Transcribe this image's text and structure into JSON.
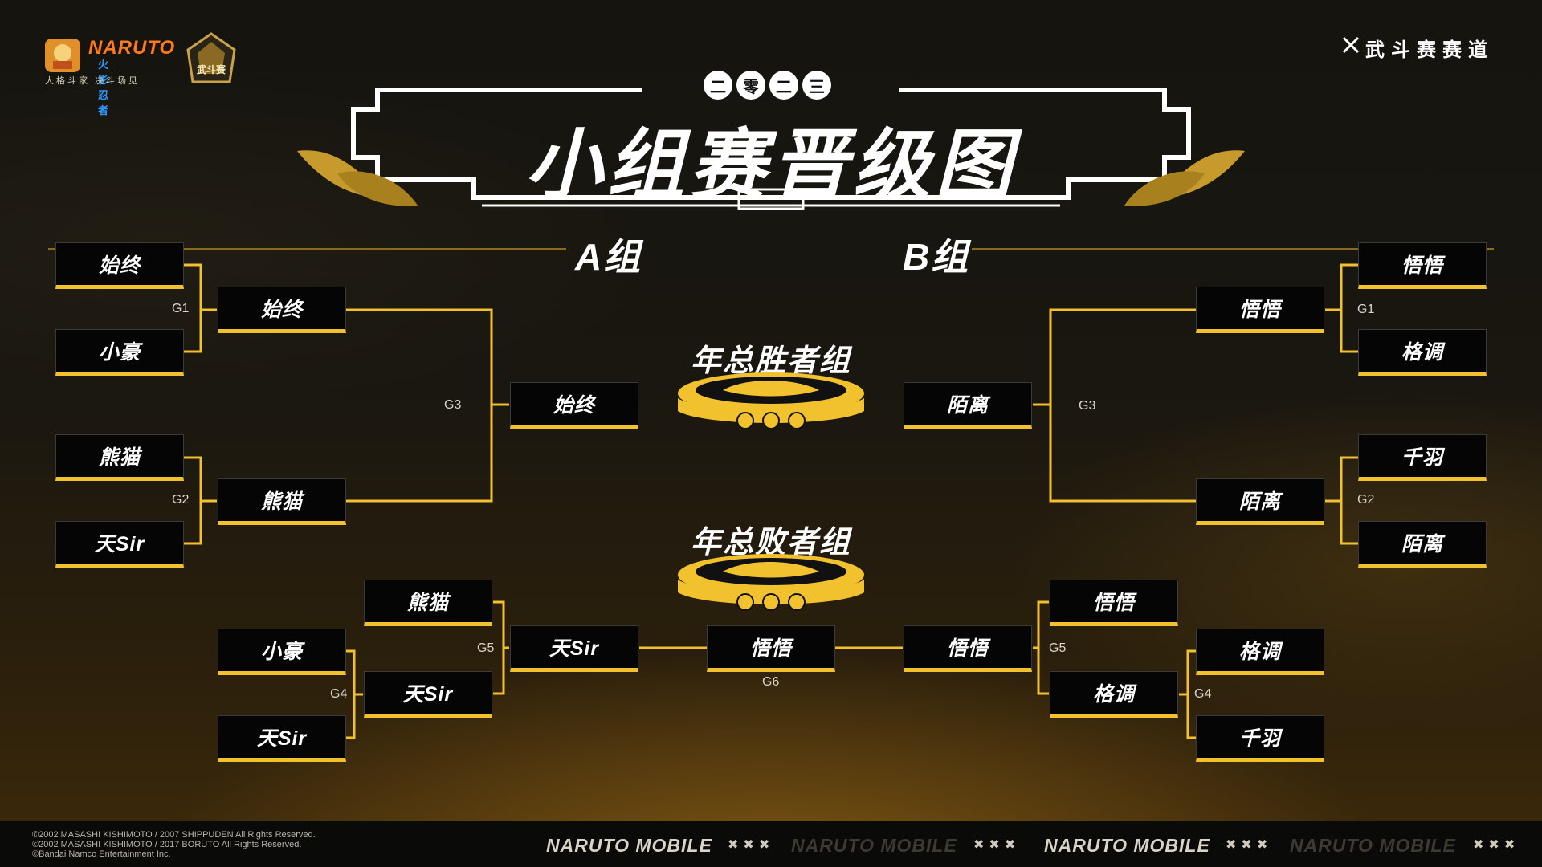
{
  "header": {
    "year_digits": [
      "二",
      "零",
      "二",
      "三"
    ],
    "title": "小组赛晋级图",
    "top_right_text": "武斗赛赛道",
    "game_logo_text": "NARUTO",
    "game_logo_subtitle": "火影忍者",
    "game_slogan": "大格斗家 决斗场见",
    "event_logo_text": "武斗赛"
  },
  "groups": {
    "a_title": "A组",
    "b_title": "B组",
    "winners_title": "年总胜者组",
    "losers_title": "年总败者组"
  },
  "group_a": {
    "r1_top": [
      "始终",
      "小豪"
    ],
    "r1_bottom": [
      "熊猫",
      "天Sir"
    ],
    "g1_winner": "始终",
    "g2_winner": "熊猫",
    "g3_winner": "始终",
    "g4": [
      "小豪",
      "天Sir"
    ],
    "g5": [
      "熊猫",
      "天Sir"
    ],
    "g5_winner": "天Sir"
  },
  "group_b": {
    "r1_top": [
      "悟悟",
      "格调"
    ],
    "r1_bottom": [
      "千羽",
      "陌离"
    ],
    "g1_winner": "悟悟",
    "g2_winner": "陌离",
    "g3_winner": "陌离",
    "g4": [
      "格调",
      "千羽"
    ],
    "g5": [
      "悟悟",
      "格调"
    ],
    "g5_winner": "悟悟"
  },
  "g6_winner": "悟悟",
  "game_labels": {
    "g1": "G1",
    "g2": "G2",
    "g3": "G3",
    "g4": "G4",
    "g5": "G5",
    "g6": "G6"
  },
  "footer": {
    "copyright_lines": [
      "©2002 MASASHI KISHIMOTO / 2007 SHIPPUDEN All Rights Reserved.",
      "©2002 MASASHI KISHIMOTO / 2017 BORUTO All Rights Reserved.",
      "©Bandai Namco Entertainment Inc."
    ],
    "brand": "NARUTO MOBILE",
    "separator": "✖✖✖"
  },
  "colors": {
    "accent": "#f2c12e",
    "box_bg": "#050505",
    "background": "#1a1710"
  }
}
